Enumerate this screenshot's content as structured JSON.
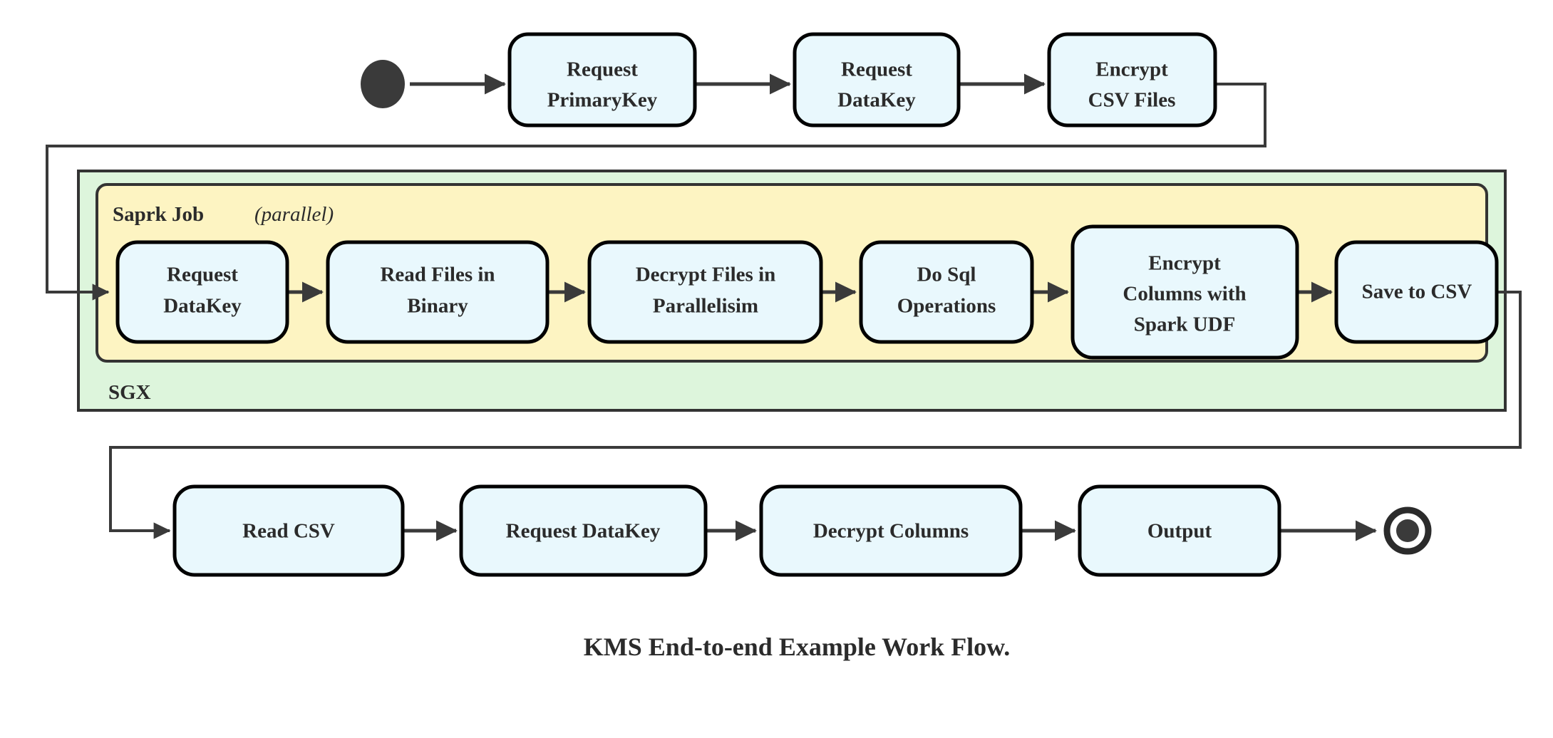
{
  "diagram": {
    "title": "KMS End-to-end Example Work Flow.",
    "type": "uml-activity-diagram",
    "colors": {
      "node_fill": "#E9F8FD",
      "node_stroke": "#000000",
      "sgx_container_fill": "#DDF5DC",
      "spark_container_fill": "#FDF4C2",
      "container_stroke": "#333333",
      "edge": "#3A3A3A",
      "text": "#2B2B2B",
      "background": "#FFFFFF"
    },
    "markers": {
      "start": "filled-circle-start-node",
      "end": "bullseye-final-node"
    },
    "containers": [
      {
        "id": "sgx",
        "label": "SGX",
        "label_position": "bottom-left",
        "fill": "#DDF5DC"
      },
      {
        "id": "spark_job",
        "label_bold": "Saprk Job",
        "label_italic": "(parallel)",
        "label_position": "top-left",
        "fill": "#FDF4C2"
      }
    ],
    "rows": {
      "top": {
        "nodes": [
          {
            "id": "request-primarykey",
            "lines": [
              "Request",
              "PrimaryKey"
            ]
          },
          {
            "id": "request-datakey-top",
            "lines": [
              "Request",
              "DataKey"
            ]
          },
          {
            "id": "encrypt-csv-files",
            "lines": [
              "Encrypt",
              "CSV Files"
            ]
          }
        ]
      },
      "middle": {
        "nodes": [
          {
            "id": "request-datakey-spark",
            "lines": [
              "Request",
              "DataKey"
            ]
          },
          {
            "id": "read-files-in-binary",
            "lines": [
              "Read Files in",
              "Binary"
            ]
          },
          {
            "id": "decrypt-files-in-parallelisim",
            "lines": [
              "Decrypt Files in",
              "Parallelisim"
            ]
          },
          {
            "id": "do-sql-operations",
            "lines": [
              "Do Sql",
              "Operations"
            ]
          },
          {
            "id": "encrypt-columns-with-spark-udf",
            "lines": [
              "Encrypt",
              "Columns with",
              "Spark UDF"
            ]
          },
          {
            "id": "save-to-csv",
            "lines": [
              "Save to CSV"
            ]
          }
        ]
      },
      "bottom": {
        "nodes": [
          {
            "id": "read-csv",
            "lines": [
              "Read CSV"
            ]
          },
          {
            "id": "request-datakey-bottom",
            "lines": [
              "Request DataKey"
            ]
          },
          {
            "id": "decrypt-columns",
            "lines": [
              "Decrypt Columns"
            ]
          },
          {
            "id": "output",
            "lines": [
              "Output"
            ]
          }
        ]
      }
    },
    "flow_sequence": [
      "start",
      "Request PrimaryKey",
      "Request DataKey",
      "Encrypt CSV Files",
      "Request DataKey",
      "Read Files in Binary",
      "Decrypt Files in Parallelisim",
      "Do Sql Operations",
      "Encrypt Columns with Spark UDF",
      "Save to CSV",
      "Read CSV",
      "Request DataKey",
      "Decrypt Columns",
      "Output",
      "end"
    ]
  }
}
